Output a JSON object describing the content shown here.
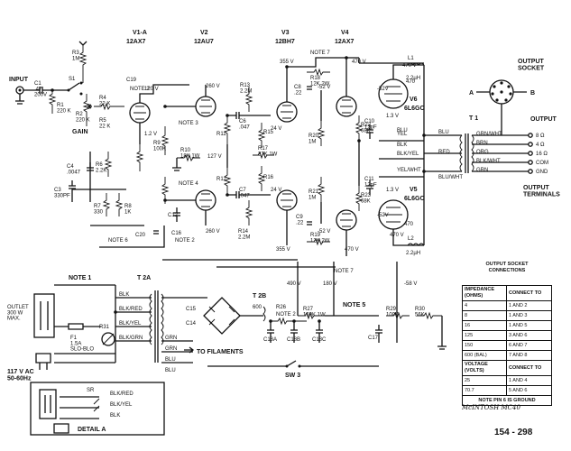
{
  "tubes": [
    {
      "ref": "V1-A",
      "type": "12AX7"
    },
    {
      "ref": "V2",
      "type": "12AU7"
    },
    {
      "ref": "V3",
      "type": "12BH7"
    },
    {
      "ref": "V4",
      "type": "12AX7"
    }
  ],
  "output_tubes": [
    {
      "ref": "V6",
      "type": "6L6GC"
    },
    {
      "ref": "V5",
      "type": "6L6GC"
    }
  ],
  "labels": {
    "input": "INPUT",
    "gain": "GAIN",
    "outlet": "OUTLET\n300 W\nMAX.",
    "mains": "117 V AC\n50-60Hz",
    "to_filaments": "TO FILAMENTS",
    "detail_a": "DETAIL A",
    "output_socket": "OUTPUT\nSOCKET",
    "output": "OUTPUT",
    "output_terminals": "OUTPUT\nTERMINALS",
    "note_1": "NOTE 1",
    "note_2": "NOTE 2",
    "note_3": "NOTE 3",
    "note_4": "NOTE 4",
    "note_5": "NOTE 5",
    "note_6": "NOTE 6",
    "note_7": "NOTE 7",
    "t1": "T 1",
    "t2a": "T 2A",
    "t2b": "T 2B",
    "sw3": "SW 3",
    "sr": "SR"
  },
  "voltages": {
    "v_120": "120 V",
    "v_260a": "260 V",
    "v_260b": "260 V",
    "v_24a": "24 V",
    "v_24b": "24 V",
    "v_355a": "355 V",
    "v_355b": "355 V",
    "v_470a": "470 V",
    "v_470b": "470 V",
    "v_470c": "470 V",
    "v_470d": "470 V",
    "v_52a": "-52 V",
    "v_52b": "-52 V",
    "v_52c": "-52V",
    "v_52d": "-52V",
    "v_13a": "1.3 V",
    "v_13b": "1.3 V",
    "v_12": "1.2 V",
    "v_127": "127 V",
    "v_180": "180 V",
    "v_58": "-58 V",
    "v_490": "490 V"
  },
  "components": {
    "c1": "C1\n.47\n200V",
    "r1": "R1\n220 K",
    "r2": "R2\n220 K",
    "r3": "R3\n1M",
    "s1": "S1",
    "r4": "R4\n22 K",
    "r5": "R5\n22 K",
    "c19": "C19",
    "c3": "C3\n330PF",
    "c4": "C4\n.0047",
    "r6": "R6\n2.2K",
    "r7": "R7\n330",
    "r8": "R8\n1K",
    "r9": "R9\n100K",
    "r10": "R10\n18K 1W",
    "r11": "R11",
    "r12": "R12",
    "r13": "R13\n2.2M",
    "r14": "R14\n2.2M",
    "r15": "R15",
    "r16": "R16",
    "r17": "R17\n27K 1W",
    "r18": "R18\n12K 2W",
    "r19": "R19\n12K 2W",
    "r20": "R20\n1M",
    "r21": "R21\n1M",
    "r22": "R22\n68K",
    "r23": "R23\n68K",
    "c6": "C6\n.047",
    "c7": "C7\n.047",
    "c8": "C8\n.22",
    "c9": "C9\n.22",
    "c10": "C10\n12pF",
    "c11": "C11\n12pF",
    "c12": "C12",
    "c16": "C16",
    "c20": "C20",
    "f1": "F1\n1.5A\nSLO-BLO",
    "r31": "R31",
    "r26": "R26",
    "r27": "R27\n150K 1W",
    "r29": "R29\n100K",
    "r30": "R30\n56K",
    "c15": "C15",
    "c14": "C14",
    "c18a": "C18A",
    "c18b": "C18B",
    "c18c": "C18C",
    "c17": "C17",
    "l1": "L1",
    "l2": "L2",
    "ind1": "2.2µH",
    "ind2": "2.2µH",
    "ohm_470a": "470",
    "ohm_470b": "470",
    "res_600": "600"
  },
  "wires": {
    "blk": "BLK",
    "blk_red": "BLK/RED",
    "blk_yel": "BLK/YEL",
    "blk_grn": "BLK/GRN",
    "grn": "GRN",
    "yel": "YEL",
    "red": "RED",
    "blu": "BLU",
    "brn": "BRN",
    "grn_wht": "GRN/WHT",
    "blu_wht": "BLU/WHT",
    "blk_wht": "BLK/WHT",
    "yel_wht": "YEL/WHT",
    "org": "ORG",
    "com": "COM",
    "gnd": "GND"
  },
  "output_taps": [
    "8 Ω",
    "4 Ω",
    "16 Ω",
    "COM",
    "GND"
  ],
  "socket_pins": [
    "A",
    "B"
  ],
  "table": {
    "title": "OUTPUT SOCKET\nCONNECTIONS",
    "head1": [
      "IMPEDANCE\n(OHMS)",
      "CONNECT TO"
    ],
    "rows1": [
      [
        "4",
        "1 AND 2"
      ],
      [
        "8",
        "1 AND 3"
      ],
      [
        "16",
        "1 AND 5"
      ],
      [
        "125",
        "3 AND 6"
      ],
      [
        "150",
        "6 AND 7"
      ],
      [
        "600 (BAL)",
        "7 AND 8"
      ]
    ],
    "head2": [
      "VOLTAGE\n(VOLTS)",
      "CONNECT TO"
    ],
    "rows2": [
      [
        "25",
        "1 AND 4"
      ],
      [
        "70.7",
        "5 AND 6"
      ]
    ],
    "note": "NOTE PIN 6 IS GROUND"
  },
  "signature": "McINTOSH MC40",
  "part_number": "154 - 298"
}
